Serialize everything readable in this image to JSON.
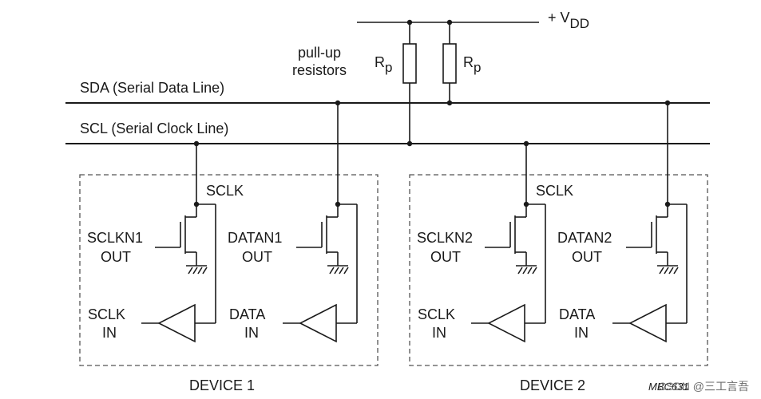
{
  "supply": {
    "label": "+ V",
    "subscript": "DD"
  },
  "resistors": [
    {
      "label": "R",
      "subscript": "p"
    },
    {
      "label": "R",
      "subscript": "p"
    }
  ],
  "pullup_label": [
    "pull-up",
    "resistors"
  ],
  "lines": {
    "sda": "SDA (Serial Data Line)",
    "scl": "SCL (Serial Clock Line)"
  },
  "devices": [
    {
      "name": "DEVICE 1",
      "sclk": "SCLK",
      "clk_out": [
        "SCLKN1",
        "OUT"
      ],
      "data_out": [
        "DATAN1",
        "OUT"
      ],
      "clk_in": [
        "SCLK",
        "IN"
      ],
      "data_in": [
        "DATA",
        "IN"
      ]
    },
    {
      "name": "DEVICE 2",
      "sclk": "SCLK",
      "clk_out": [
        "SCLKN2",
        "OUT"
      ],
      "data_out": [
        "DATAN2",
        "OUT"
      ],
      "clk_in": [
        "SCLK",
        "IN"
      ],
      "data_in": [
        "DATA",
        "IN"
      ]
    }
  ],
  "figure_code": "MBC631",
  "watermark": "CSDN @三工言吾"
}
